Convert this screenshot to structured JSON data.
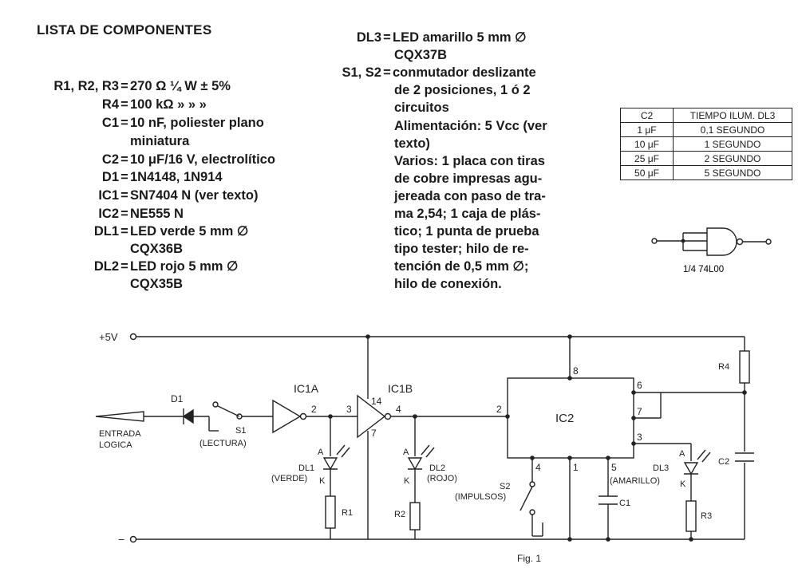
{
  "heading": "LISTA DE COMPONENTES",
  "components_left": [
    {
      "ref": "R1, R2, R3",
      "value": "270 Ω   ¼ W ± 5%"
    },
    {
      "ref": "R4",
      "value": "100 kΩ    »    »    »"
    },
    {
      "ref": "C1",
      "value": "10 nF, poliester plano",
      "cont": "miniatura"
    },
    {
      "ref": "C2",
      "value": "10 μF/16 V, electrolítico"
    },
    {
      "ref": "D1",
      "value": "1N4148, 1N914"
    },
    {
      "ref": "IC1",
      "value": "SN7404 N (ver texto)"
    },
    {
      "ref": "IC2",
      "value": "NE555 N"
    },
    {
      "ref": "DL1",
      "value": "LED verde 5 mm ∅",
      "cont": "CQX36B"
    },
    {
      "ref": "DL2",
      "value": "LED rojo 5 mm ∅",
      "cont": "CQX35B"
    }
  ],
  "components_right": {
    "dl3_ref": "DL3",
    "dl3_value": "LED amarillo 5 mm ∅",
    "dl3_cont": "CQX37B",
    "s_ref": "S1, S2",
    "s_lines": [
      "conmutador deslizante",
      "de 2 posiciones, 1 ó 2",
      "circuitos",
      "Alimentación: 5 Vcc (ver",
      "texto)",
      "Varios: 1 placa con tiras",
      "de cobre impresas agu-",
      "jereada con paso de tra-",
      "ma 2,54; 1 caja de plás-",
      "tico; 1 punta de prueba",
      "tipo tester; hilo de re-",
      "tención de 0,5 mm ∅;",
      "hilo de conexión."
    ]
  },
  "table": {
    "headers": [
      "C2",
      "TIEMPO ILUM. DL3"
    ],
    "rows": [
      [
        "1 μF",
        "0,1 SEGUNDO"
      ],
      [
        "10 μF",
        "1 SEGUNDO"
      ],
      [
        "25 μF",
        "2 SEGUNDO"
      ],
      [
        "50 μF",
        "5 SEGUNDO"
      ]
    ]
  },
  "gate_caption": "1/4 74L00",
  "schematic": {
    "plus5v": "+5V",
    "minus": "−",
    "entrada": "ENTRADA",
    "logica": "LOGICA",
    "d1": "D1",
    "s1": "S1",
    "lectura": "(LECTURA)",
    "ic1a": "IC1A",
    "ic1b": "IC1B",
    "pin2a": "2",
    "pin3": "3",
    "pin14": "14",
    "pin7a": "7",
    "pin4a": "4",
    "pin2b": "2",
    "pin8": "8",
    "pin6": "6",
    "pin7b": "7",
    "pin3b": "3",
    "pin4b": "4",
    "pin1": "1",
    "pin5": "5",
    "ic2": "IC2",
    "dl1": "DL1",
    "verde": "(VERDE)",
    "dl2": "DL2",
    "rojo": "(ROJO)",
    "dl3": "DL3",
    "amarillo": "(AMARILLO)",
    "a": "A",
    "k": "K",
    "r1": "R1",
    "r2": "R2",
    "r3": "R3",
    "r4": "R4",
    "c1": "C1",
    "c2": "C2",
    "s2": "S2",
    "impulsos": "(IMPULSOS)",
    "fig": "Fig. 1"
  }
}
